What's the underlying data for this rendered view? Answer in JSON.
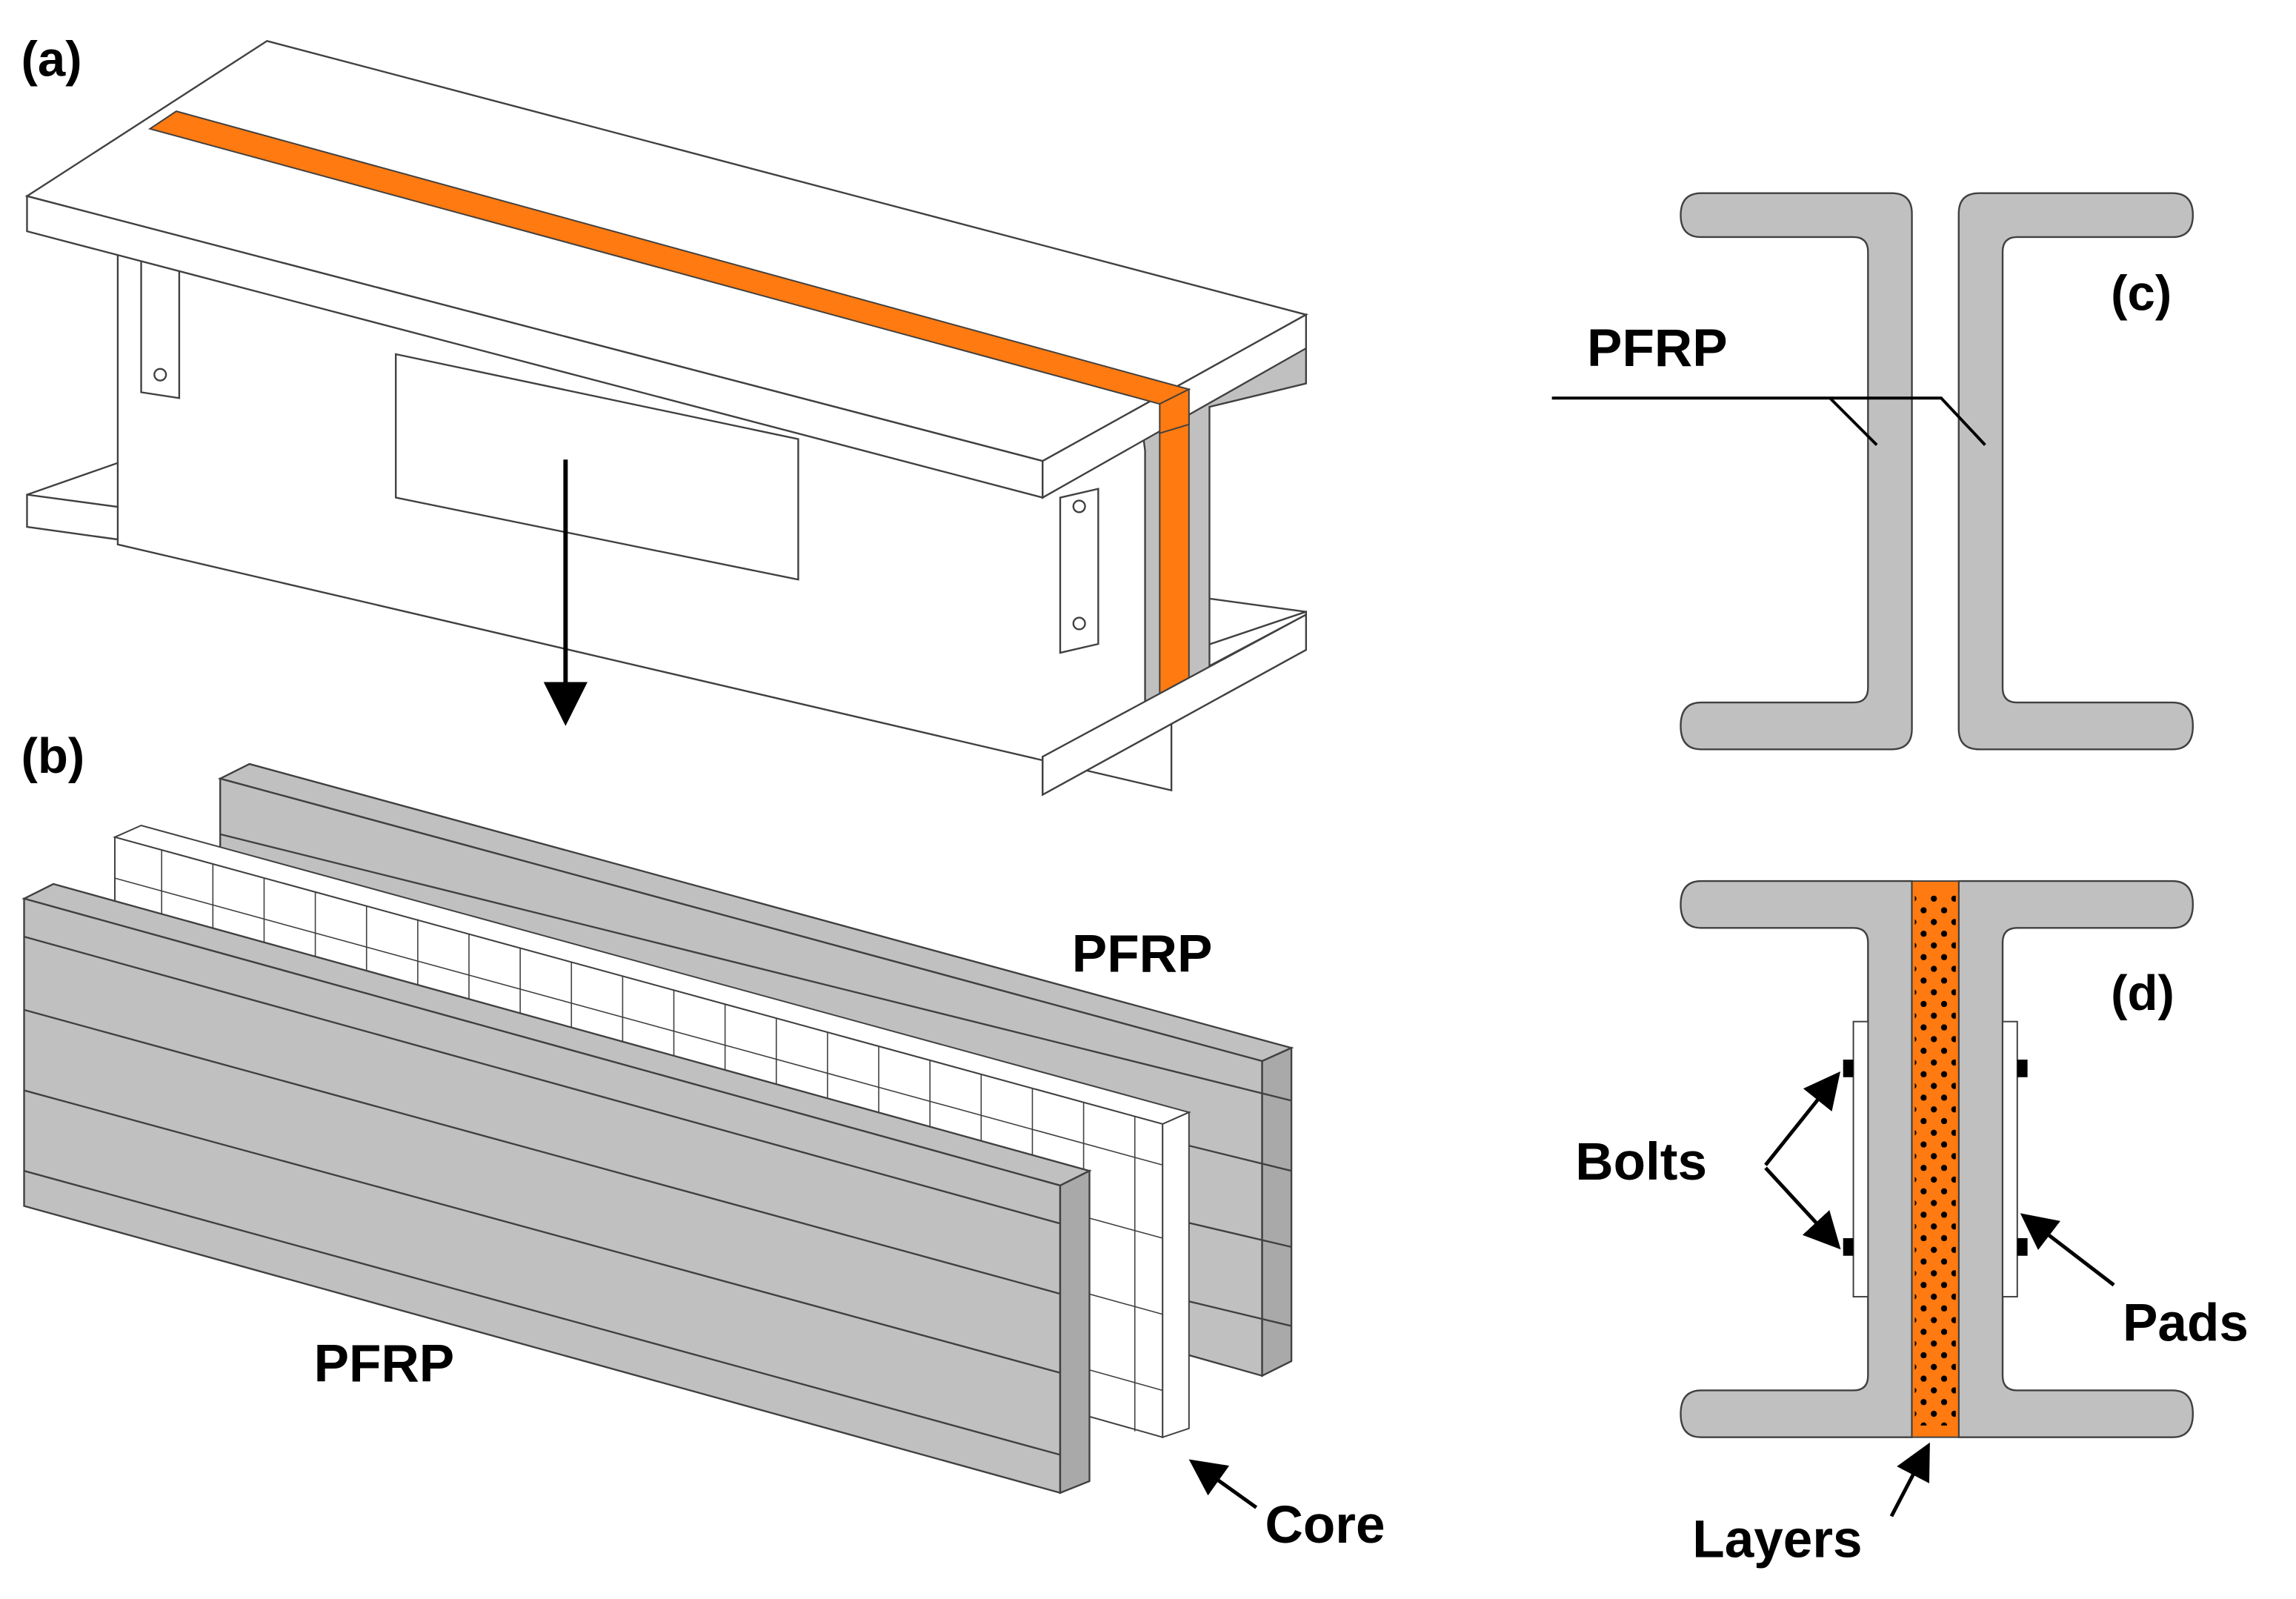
{
  "panels": {
    "a": {
      "label": "(a)"
    },
    "b": {
      "label": "(b)",
      "pfrp_back_label": "PFRP",
      "pfrp_front_label": "PFRP",
      "core_label": "Core"
    },
    "c": {
      "label": "(c)",
      "pfrp_label": "PFRP"
    },
    "d": {
      "label": "(d)",
      "bolts_label": "Bolts",
      "pads_label": "Pads",
      "layers_label": "Layers"
    }
  },
  "colors": {
    "accent_orange": "#ff7a10",
    "pfrp_gray": "#c0c0c0",
    "outline": "#404040",
    "ink": "#000000"
  }
}
